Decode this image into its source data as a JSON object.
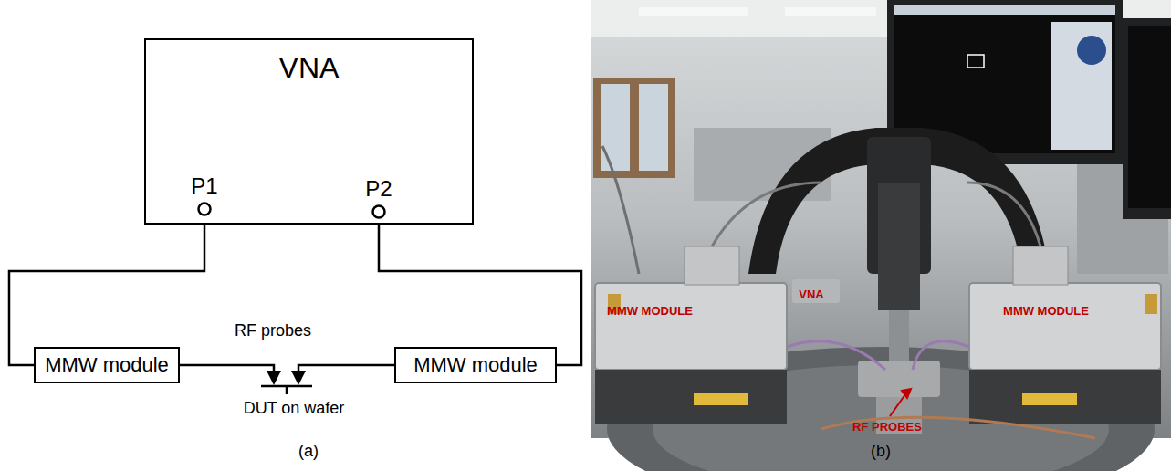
{
  "diagram": {
    "nodes": [
      {
        "text": [
          "VNA"
        ]
      },
      {
        "text": [
          "P1"
        ],
        "in": 0
      },
      {
        "text": [
          "P2"
        ],
        "in": 0
      },
      {
        "text": [
          "MMW module"
        ]
      },
      {
        "text": [
          "MMW module"
        ]
      }
    ],
    "edges": [
      {
        "from": 1,
        "to": 3,
        "arrow": "none"
      },
      {
        "from": 2,
        "to": 4,
        "arrow": "none"
      }
    ],
    "labels": [
      "RF probes",
      "DUT on wafer",
      "(a)",
      "(b)",
      "VNA",
      "MMW MODULE",
      "MMW MODULE",
      "RF PROBES"
    ]
  }
}
